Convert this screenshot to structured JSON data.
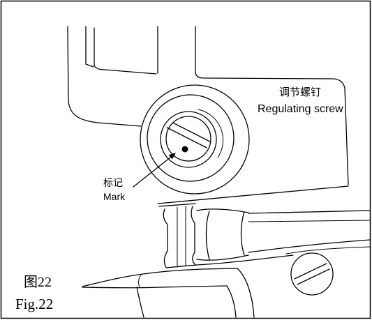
{
  "colors": {
    "line": "#000000",
    "background": "#ffffff"
  },
  "callouts": {
    "regulating_screw": {
      "chinese": "调节螺钉",
      "english": "Regulating screw"
    },
    "mark": {
      "chinese": "标记",
      "english": "Mark"
    }
  },
  "caption": {
    "chinese": "图22",
    "english": "Fig.22"
  }
}
